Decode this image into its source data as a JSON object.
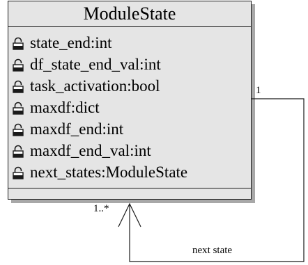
{
  "class": {
    "name": "ModuleState",
    "attributes": [
      {
        "name": "state_end",
        "type": "int",
        "text": "state_end:int",
        "visibility_icon": "lock-icon"
      },
      {
        "name": "df_state_end_val",
        "type": "int",
        "text": "df_state_end_val:int",
        "visibility_icon": "lock-icon"
      },
      {
        "name": "task_activation",
        "type": "bool",
        "text": "task_activation:bool",
        "visibility_icon": "lock-icon"
      },
      {
        "name": "maxdf",
        "type": "dict",
        "text": "maxdf:dict",
        "visibility_icon": "lock-icon"
      },
      {
        "name": "maxdf_end",
        "type": "int",
        "text": "maxdf_end:int",
        "visibility_icon": "lock-icon"
      },
      {
        "name": "maxdf_end_val",
        "type": "int",
        "text": "maxdf_end_val:int",
        "visibility_icon": "lock-icon"
      },
      {
        "name": "next_states",
        "type": "ModuleState",
        "text": "next_states:ModuleState",
        "visibility_icon": "lock-icon"
      }
    ],
    "operations": []
  },
  "association": {
    "source_multiplicity": "1",
    "target_multiplicity": "1..*",
    "role_label": "next state"
  },
  "colors": {
    "class_fill": "#e5e5e5",
    "shadow": "#a8a8a8",
    "stroke": "#1a1a1a"
  }
}
